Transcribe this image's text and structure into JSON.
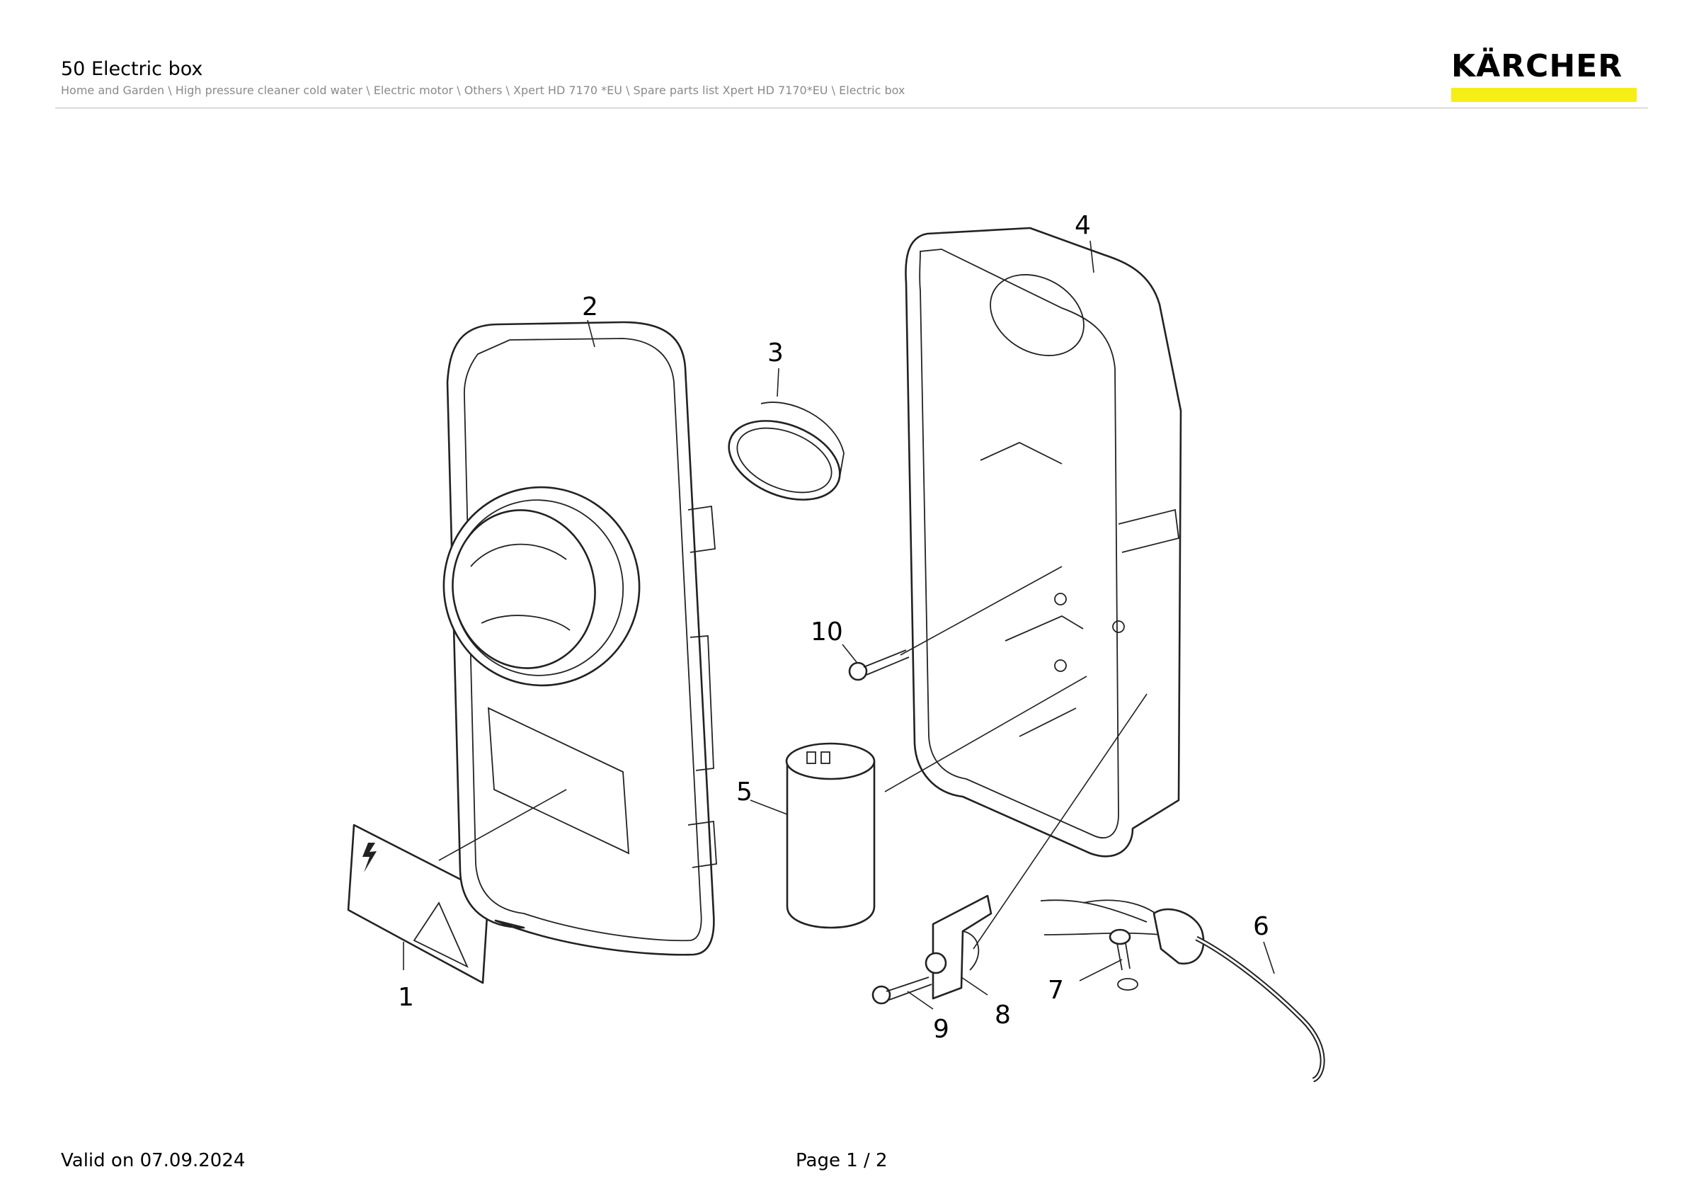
{
  "header": {
    "title": "50 Electric box",
    "breadcrumb": "Home and Garden \\ High pressure cleaner cold water \\ Electric motor \\ Others \\ Xpert HD 7170 *EU \\ Spare parts list Xpert HD 7170*EU \\ Electric box",
    "brand": "KÄRCHER",
    "brand_color": "#f6ee17"
  },
  "diagram": {
    "callouts": [
      "1",
      "2",
      "3",
      "4",
      "5",
      "6",
      "7",
      "8",
      "9",
      "10"
    ]
  },
  "footer": {
    "valid": "Valid on 07.09.2024",
    "page": "Page 1 / 2"
  }
}
